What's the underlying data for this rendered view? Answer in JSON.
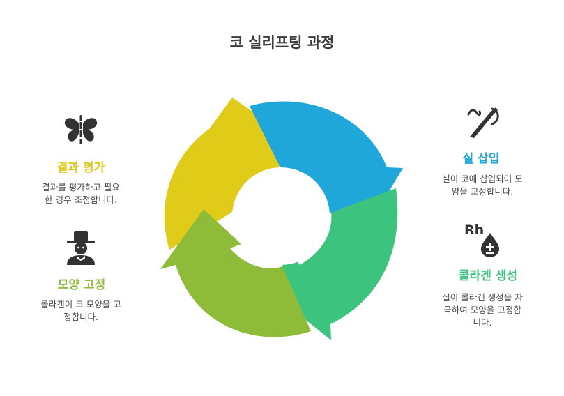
{
  "title": "코 실리프팅 과정",
  "colors": {
    "blue": "#1fa7d9",
    "green": "#3cc47e",
    "olive": "#8fbc38",
    "yellow": "#e0cb18",
    "icon": "#333333"
  },
  "steps": [
    {
      "heading": "실 삽입",
      "desc_lines": [
        "실이 코에 삽입되어 모",
        "양을 교정합니다."
      ],
      "icon": "needle-thread-icon",
      "color": "#1fa7d9"
    },
    {
      "heading": "콜라겐 생성",
      "desc_lines": [
        "실이 콜라겐 생성을 자",
        "극하여 모양을 고정합",
        "니다."
      ],
      "icon": "blood-rh-icon",
      "icon_text": "Rh",
      "color": "#3cc47e"
    },
    {
      "heading": "모양 고정",
      "desc_lines": [
        "콜라겐이 코 모양을 고",
        "정합니다."
      ],
      "icon": "person-hat-icon",
      "color": "#8fbc38"
    },
    {
      "heading": "결과 평가",
      "desc_lines": [
        "결과를 평가하고 필요",
        "한 경우 조정합니다."
      ],
      "icon": "butterfly-icon",
      "color": "#e0cb18"
    }
  ]
}
